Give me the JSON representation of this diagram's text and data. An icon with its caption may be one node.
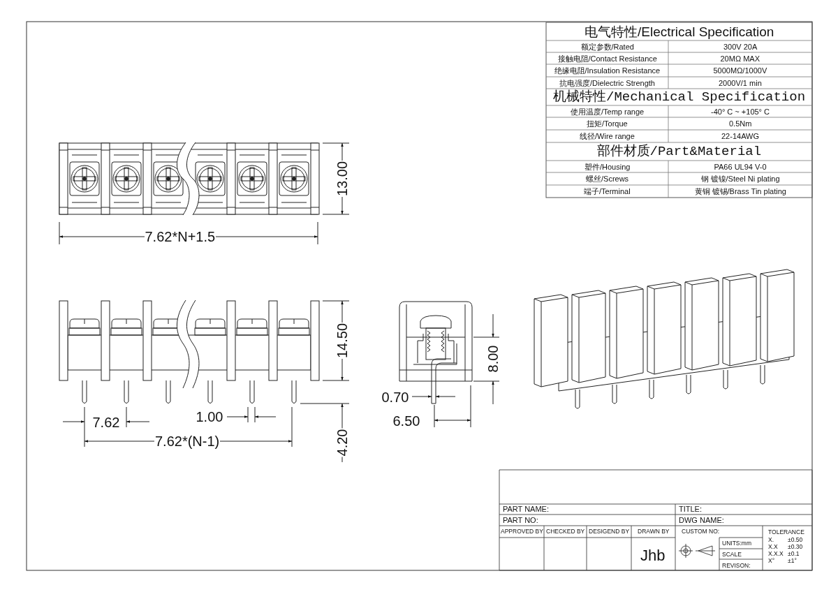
{
  "diagram": {
    "labels": [
      "电气特性/Electrical Specification",
      "额定参数/Rated",
      "300V 20A",
      "接触电阻/Contact Resistance",
      "20MΩ MAX",
      "绝缘电阻/Insulation Resistance",
      "5000MΩ/1000V",
      "抗电强度/Dielectric Strength",
      "2000V/1 min",
      "机械特性/Mechanical Specification",
      "使用温度/Temp range",
      "-40° C ~ +105° C",
      "扭矩/Torque",
      "0.5Nm",
      "线径/Wire range",
      "22-14AWG",
      "部件材质/Part&Material",
      "塑件/Housing",
      "PA66 UL94 V-0",
      "螺丝/Screws",
      "钢 镀镍/Steel Ni plating",
      "端子/Terminal",
      "黄铜 镀锡/Brass Tin plating",
      "13.00",
      "7.62*N+1.5",
      "14.50",
      "8.00",
      "0.70",
      "1.00",
      "7.62",
      "6.50",
      "7.62*(N-1)",
      "4.20",
      "PART NAME:",
      "TITLE:",
      "PART NO:",
      "DWG NAME:",
      "APPROVED BY",
      "CHECKED BY",
      "DESIGEND BY",
      "DRAWN BY",
      "CUSTOM NO:",
      "TOLERANCE",
      "X.",
      "±0.50",
      "UNITS:mm",
      "X.X",
      "±0.30",
      "Jhb",
      "SCALE",
      "X.X.X",
      "±0.1",
      "X°",
      "±1°",
      "REVISON:"
    ]
  }
}
